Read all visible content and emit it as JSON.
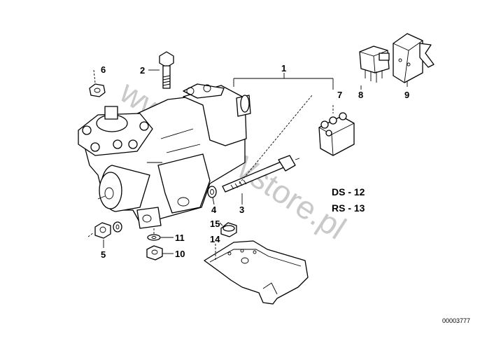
{
  "diagram": {
    "callouts": [
      {
        "id": "c1",
        "text": "1"
      },
      {
        "id": "c2",
        "text": "2"
      },
      {
        "id": "c3",
        "text": "3"
      },
      {
        "id": "c4",
        "text": "4"
      },
      {
        "id": "c5",
        "text": "5"
      },
      {
        "id": "c6",
        "text": "6"
      },
      {
        "id": "c7",
        "text": "7"
      },
      {
        "id": "c8",
        "text": "8"
      },
      {
        "id": "c9",
        "text": "9"
      },
      {
        "id": "c10",
        "text": "10"
      },
      {
        "id": "c11",
        "text": "11"
      },
      {
        "id": "c14",
        "text": "14"
      },
      {
        "id": "c15",
        "text": "15"
      }
    ],
    "legend": [
      {
        "text": "DS - 12"
      },
      {
        "text": "RS - 13"
      }
    ],
    "document_number": "00003777",
    "watermark": "www.BMWstore.pl"
  }
}
